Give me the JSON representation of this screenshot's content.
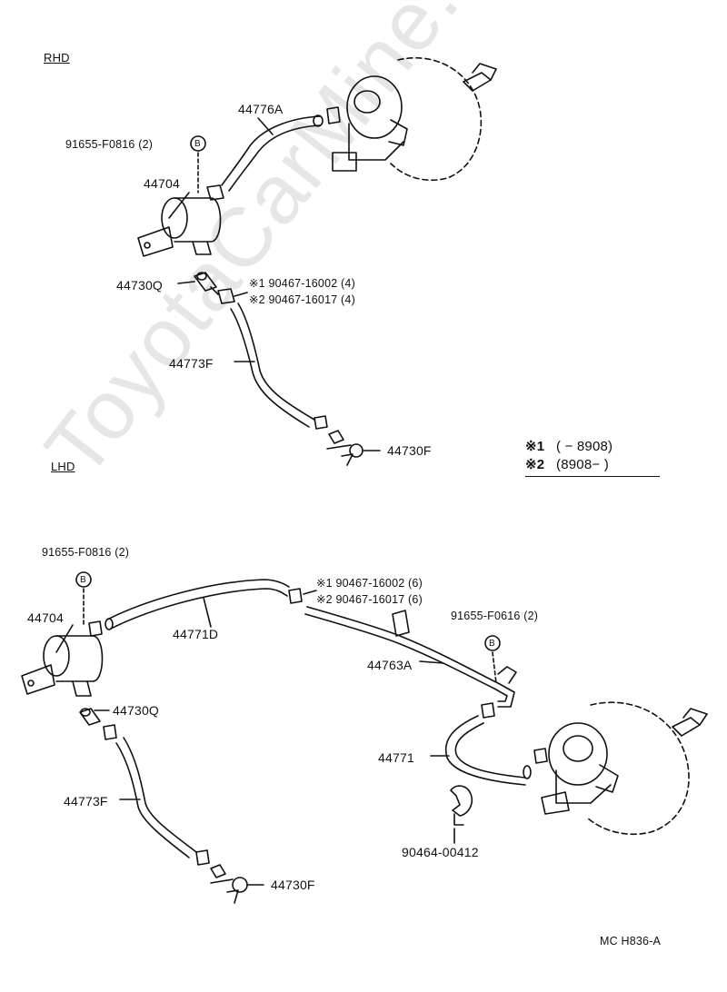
{
  "watermark": "ToyotaCarMine.ru",
  "sections": {
    "rhd": "RHD",
    "lhd": "LHD"
  },
  "legend": {
    "line1_mark": "※1",
    "line1_text": "(        − 8908)",
    "line2_mark": "※2",
    "line2_text": "(8908−          )"
  },
  "rhd_labels": {
    "hose_upper": "44776A",
    "bolt": "91655-F0816 (2)",
    "bolt_badge": "B",
    "tank": "44704",
    "check_valve": "44730Q",
    "clamp1": "※1 90467-16002 (4)",
    "clamp2": "※2 90467-16017 (4)",
    "hose_lower": "44773F",
    "union": "44730F"
  },
  "lhd_labels": {
    "bolt": "91655-F0816 (2)",
    "bolt_badge": "B",
    "tank": "44704",
    "hose_long": "44771D",
    "clamp1": "※1 90467-16002 (6)",
    "clamp2": "※2 90467-16017 (6)",
    "bolt2": "91655-F0616 (2)",
    "bolt2_badge": "B",
    "pipe": "44763A",
    "check_valve": "44730Q",
    "hose_booster": "44771",
    "hose_lower": "44773F",
    "bracket_clip": "90464-00412",
    "union": "44730F"
  },
  "footer": {
    "code": "MC  H836-A"
  }
}
